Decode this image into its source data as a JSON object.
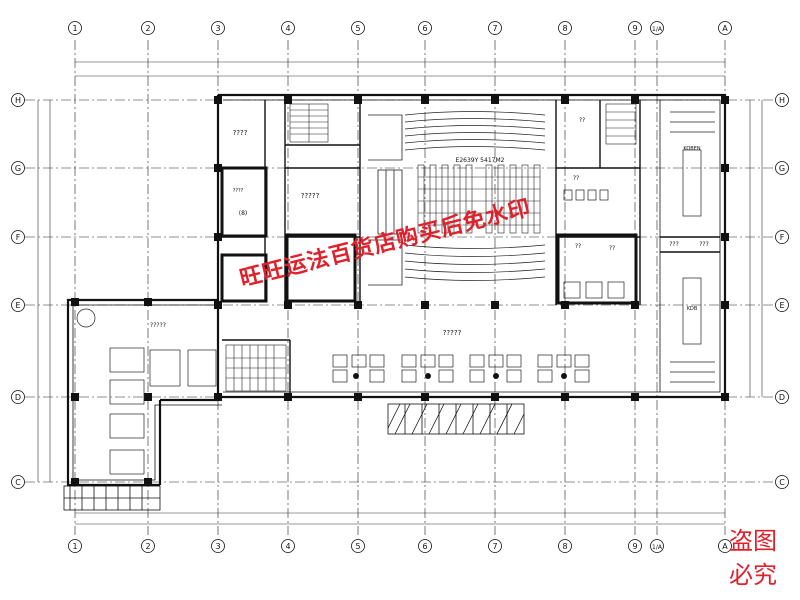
{
  "grid": {
    "column_labels": [
      "1",
      "2",
      "3",
      "4",
      "5",
      "6",
      "7",
      "8",
      "9",
      "1/A",
      "A"
    ],
    "row_labels": [
      "H",
      "G",
      "F",
      "E",
      "D",
      "C"
    ]
  },
  "rooms": [
    {
      "id": "room-northwest",
      "label": "????"
    },
    {
      "id": "room-storage",
      "label": "?????"
    },
    {
      "id": "room-office-1",
      "label": "(8)"
    },
    {
      "id": "room-lounge",
      "label": "?????"
    },
    {
      "id": "room-lobby",
      "label": "?????"
    },
    {
      "id": "room-lecture",
      "label": "E2639Y 5417M2"
    },
    {
      "id": "room-small-1",
      "label": "??"
    },
    {
      "id": "room-small-2",
      "label": "??"
    },
    {
      "id": "room-small-3",
      "label": "??"
    },
    {
      "id": "room-small-4",
      "label": "??"
    },
    {
      "id": "room-meeting-n",
      "label": "KOBEN"
    },
    {
      "id": "room-meeting-s",
      "label": "KDB"
    },
    {
      "id": "room-corridor-a",
      "label": "???"
    },
    {
      "id": "room-corridor-b",
      "label": "???"
    },
    {
      "id": "room-misc",
      "label": "????"
    }
  ],
  "colors": {
    "line": "#111111",
    "red": "#e0202a",
    "background": "#ffffff"
  },
  "watermark": "旺旺运法百货店购买后免水印",
  "stamp": [
    "盗图",
    "必究"
  ]
}
